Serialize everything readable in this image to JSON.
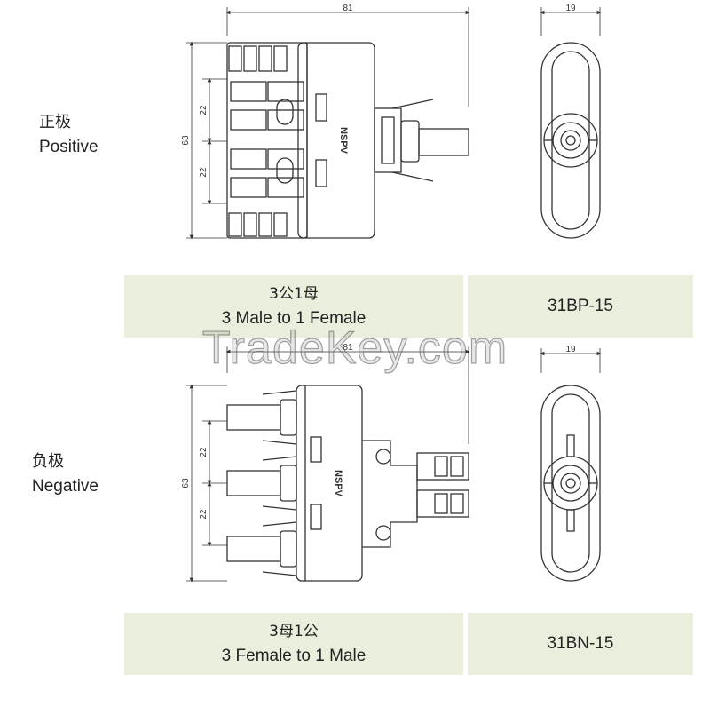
{
  "positive": {
    "label_zh": "正极",
    "label_en": "Positive",
    "desc_zh": "3公1母",
    "desc_en": "3 Male to 1 Female",
    "model": "31BP-15",
    "dims": {
      "width": "81",
      "depth": "19",
      "height": "63",
      "pitch_a": "22",
      "pitch_b": "22"
    },
    "brand_mark": "NSPV"
  },
  "negative": {
    "label_zh": "负极",
    "label_en": "Negative",
    "desc_zh": "3母1公",
    "desc_en": "3 Female to 1 Male",
    "model": "31BN-15",
    "dims": {
      "width": "81",
      "depth": "19",
      "height": "63",
      "pitch_a": "22",
      "pitch_b": "22"
    },
    "brand_mark": "NSPV"
  },
  "watermark": "TradeKey.com",
  "colors": {
    "table_fill": "#e9efdc",
    "line": "#333333"
  }
}
